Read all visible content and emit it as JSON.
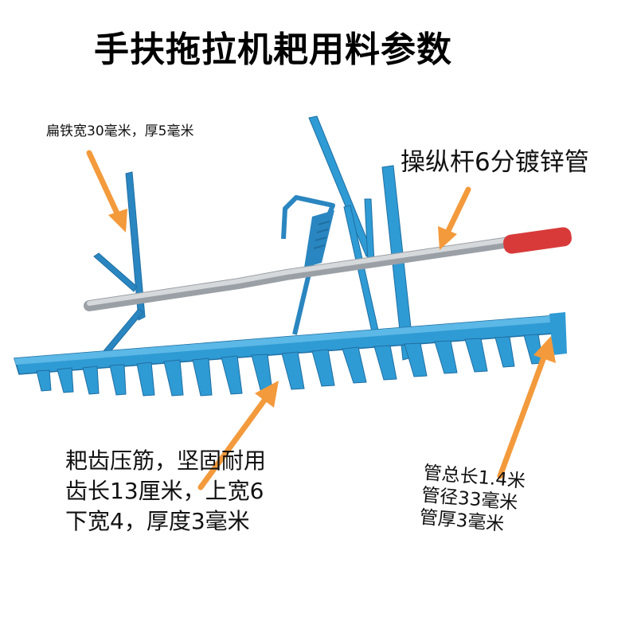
{
  "title": "手扶拖拉机耙用料参数",
  "annotations": {
    "flat_iron": "扁铁宽30毫米，厚5毫米",
    "lever": "操纵杆6分镀锌管",
    "teeth": [
      "耙齿压筋，坚固耐用",
      "齿长13厘米，上宽6",
      "下宽4，厚度3毫米"
    ],
    "pipe": [
      "管总长1.4米",
      "管径33毫米",
      "管厚3毫米"
    ]
  },
  "colors": {
    "harrow_blue": "#2f9bd4",
    "harrow_dark": "#1f6fa3",
    "arrow_orange": "#f39a3c",
    "handle_red": "#d83a3a",
    "pipe_gray": "#c4c8cc"
  }
}
